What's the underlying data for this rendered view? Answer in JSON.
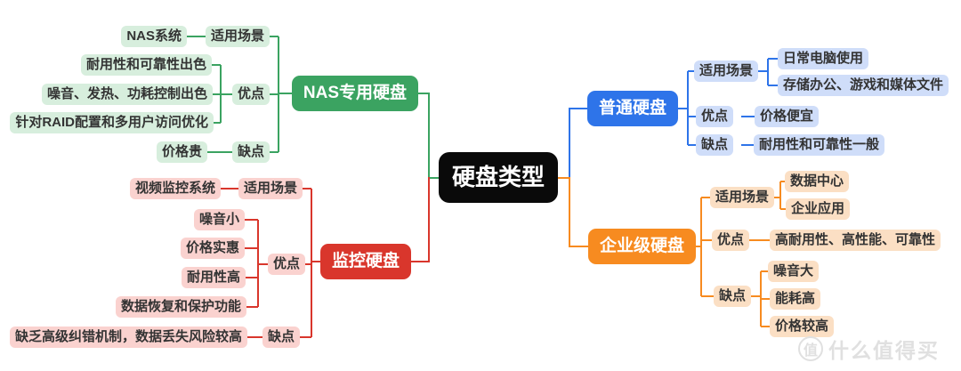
{
  "center": {
    "label": "硬盘类型"
  },
  "branches": {
    "nas": {
      "label": "NAS专用硬盘",
      "usage": {
        "label": "适用场景",
        "items": [
          "NAS系统"
        ]
      },
      "pros": {
        "label": "优点",
        "items": [
          "耐用性和可靠性出色",
          "噪音、发热、功耗控制出色",
          "针对RAID配置和多用户访问优化"
        ]
      },
      "cons": {
        "label": "缺点",
        "items": [
          "价格贵"
        ]
      }
    },
    "surveillance": {
      "label": "监控硬盘",
      "usage": {
        "label": "适用场景",
        "items": [
          "视频监控系统"
        ]
      },
      "pros": {
        "label": "优点",
        "items": [
          "噪音小",
          "价格实惠",
          "耐用性高",
          "数据恢复和保护功能"
        ]
      },
      "cons": {
        "label": "缺点",
        "items": [
          "缺乏高级纠错机制，数据丢失风险较高"
        ]
      }
    },
    "ordinary": {
      "label": "普通硬盘",
      "usage": {
        "label": "适用场景",
        "items": [
          "日常电脑使用",
          "存储办公、游戏和媒体文件"
        ]
      },
      "pros": {
        "label": "优点",
        "items": [
          "价格便宜"
        ]
      },
      "cons": {
        "label": "缺点",
        "items": [
          "耐用性和可靠性一般"
        ]
      }
    },
    "enterprise": {
      "label": "企业级硬盘",
      "usage": {
        "label": "适用场景",
        "items": [
          "数据中心",
          "企业应用"
        ]
      },
      "pros": {
        "label": "优点",
        "items": [
          "高耐用性、高性能、可靠性"
        ]
      },
      "cons": {
        "label": "缺点",
        "items": [
          "噪音大",
          "能耗高",
          "价格较高"
        ]
      }
    }
  },
  "watermark": {
    "logo_char": "值",
    "text": "什么值得买"
  },
  "colors": {
    "center_bg": "#0a0a0a",
    "nas": "#3ba361",
    "nas_light": "#d7eedd",
    "surveillance": "#d9362c",
    "surveillance_light": "#fad2cf",
    "ordinary": "#2e74e9",
    "ordinary_light": "#cfddf9",
    "enterprise": "#f78b20",
    "enterprise_light": "#fbdfc4"
  }
}
